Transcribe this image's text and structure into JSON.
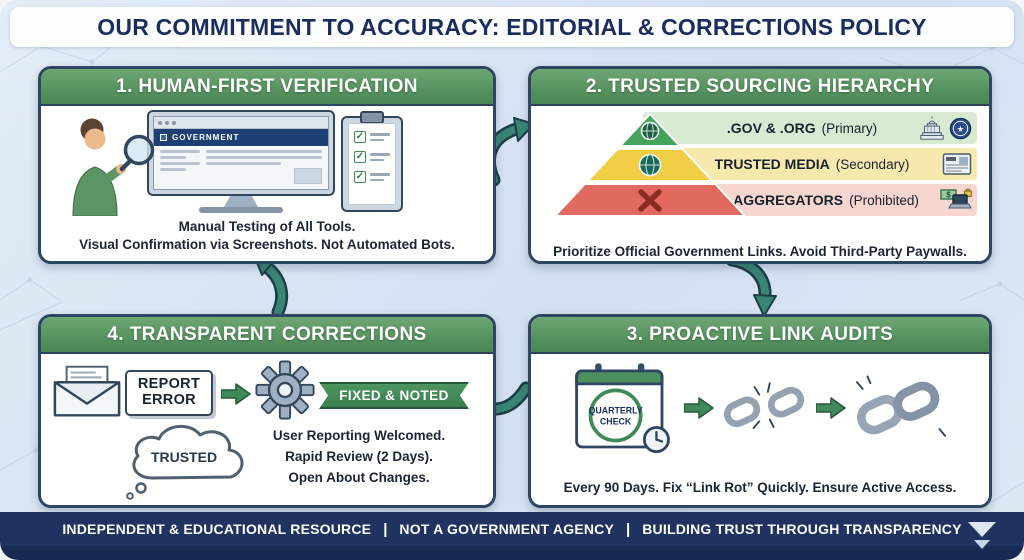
{
  "header": {
    "title": "OUR COMMITMENT TO ACCURACY: EDITORIAL & CORRECTIONS POLICY"
  },
  "panels": {
    "verification": {
      "title": "1. HUMAN-FIRST VERIFICATION",
      "screen_label": "GOVERNMENT",
      "caption_line1": "Manual Testing of All Tools.",
      "caption_line2": "Visual Confirmation via Screenshots. Not Automated Bots."
    },
    "sourcing": {
      "title": "2. TRUSTED SOURCING HIERARCHY",
      "tiers": [
        {
          "name": ".GOV & .ORG",
          "qualifier": "(Primary)",
          "color": "#44a35c"
        },
        {
          "name": "TRUSTED MEDIA",
          "qualifier": "(Secondary)",
          "color": "#f2cd46"
        },
        {
          "name": "AGGREGATORS",
          "qualifier": "(Prohibited)",
          "color": "#e06a5e"
        }
      ],
      "caption": "Prioritize Official Government Links. Avoid Third-Party Paywalls."
    },
    "audits": {
      "title": "3. PROACTIVE LINK AUDITS",
      "calendar_line1": "QUARTERLY",
      "calendar_line2": "CHECK",
      "caption": "Every 90 Days. Fix “Link Rot” Quickly. Ensure Active Access."
    },
    "corrections": {
      "title": "4. TRANSPARENT CORRECTIONS",
      "report_line1": "REPORT",
      "report_line2": "ERROR",
      "banner_label": "FIXED & NOTED",
      "cloud_label": "TRUSTED",
      "caption_line1": "User Reporting Welcomed.",
      "caption_line2": "Rapid Review (2 Days).",
      "caption_line3": "Open About Changes."
    }
  },
  "footer": {
    "items": [
      "INDEPENDENT & EDUCATIONAL RESOURCE",
      "NOT A GOVERNMENT AGENCY",
      "BUILDING TRUST THROUGH TRANSPARENCY"
    ],
    "separator": "|"
  },
  "glyphs": {
    "check": "✓",
    "star": "★",
    "dollar": "$"
  },
  "colors": {
    "panel_header_green": "#56925f",
    "footer_navy": "#20325f",
    "arrow_green": "#3a8573",
    "title_navy": "#1b2c5e"
  }
}
